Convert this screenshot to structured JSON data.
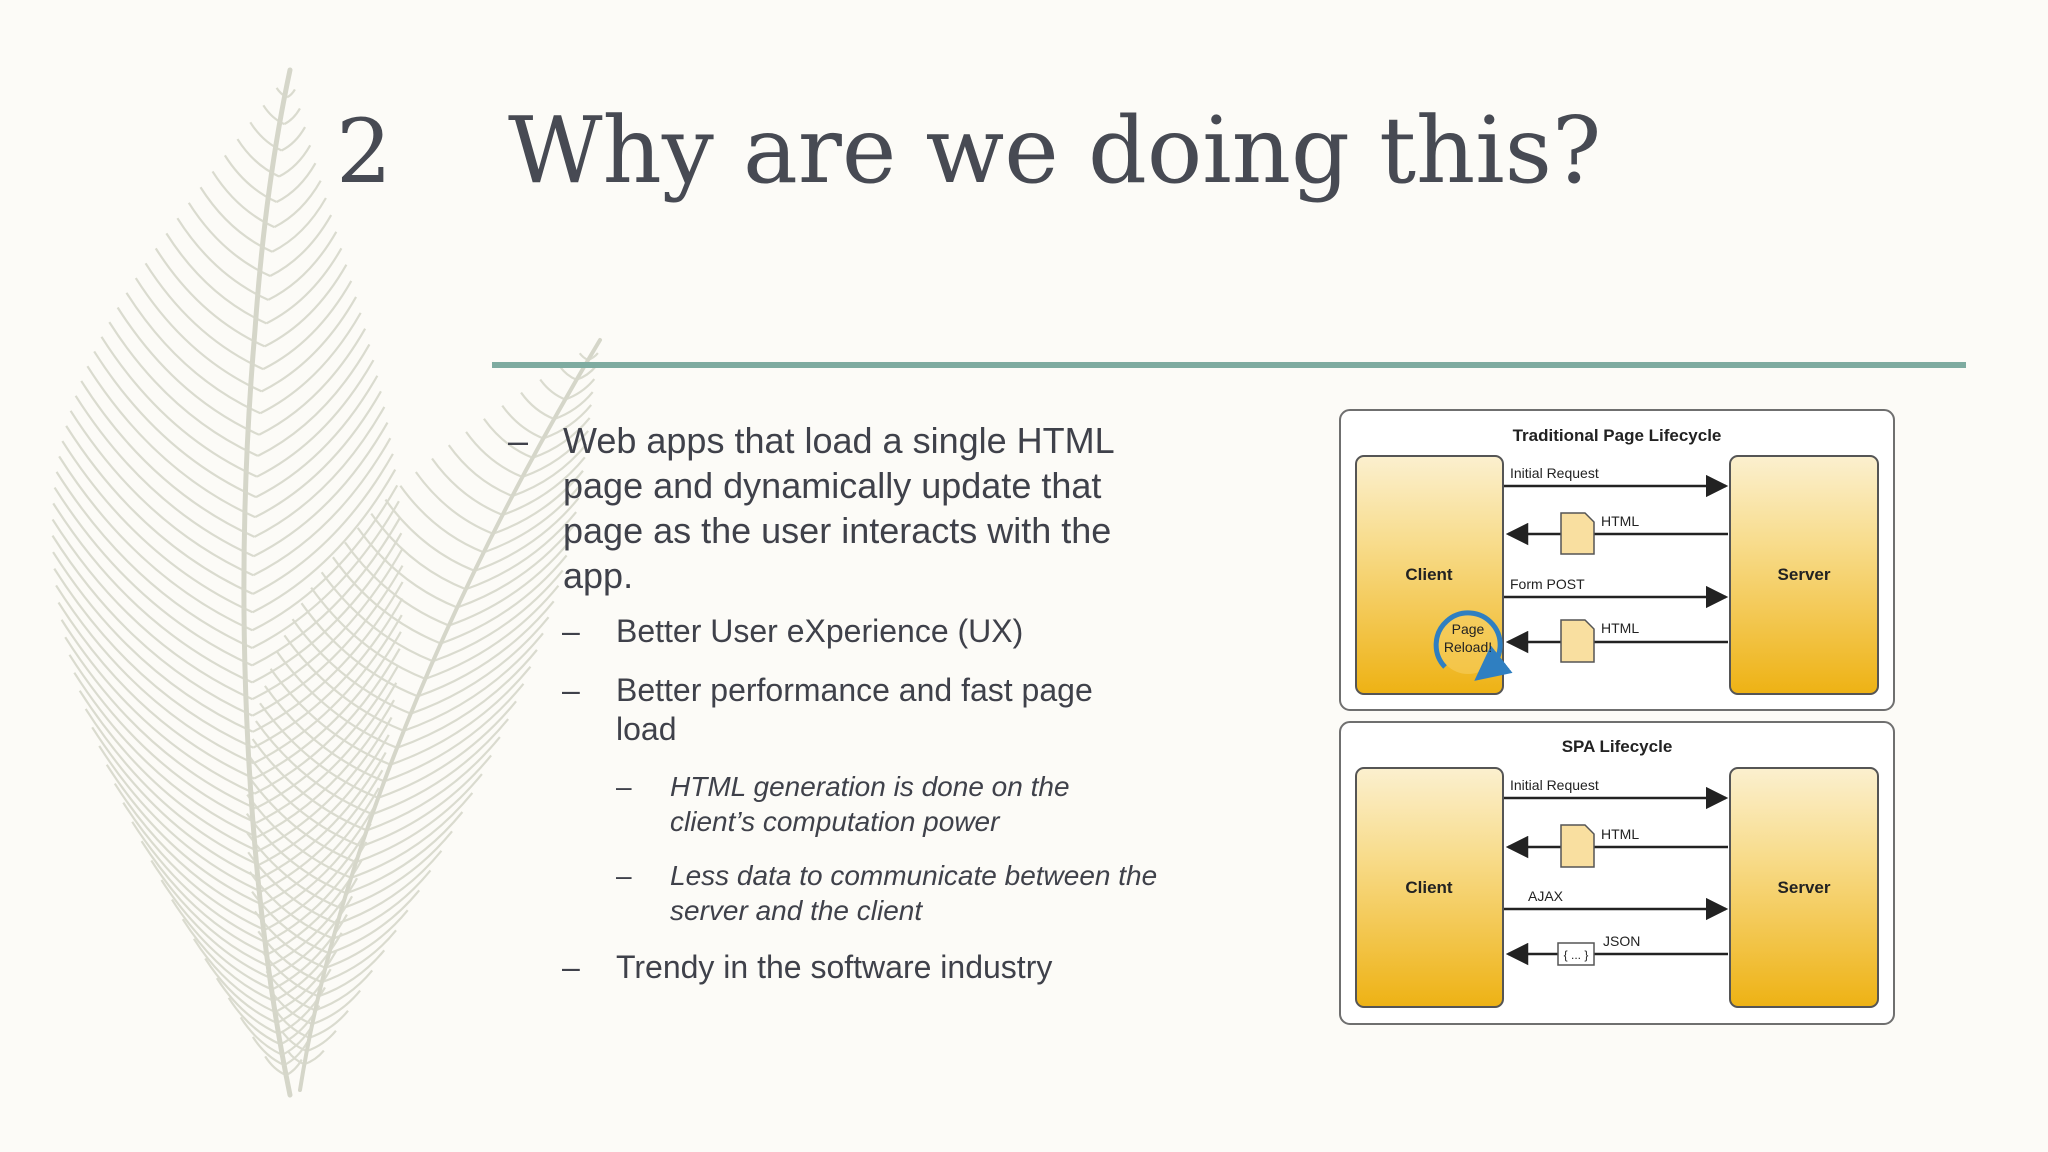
{
  "slide": {
    "number": "2",
    "title": "Why are we doing this?"
  },
  "bullets": [
    {
      "level": 1,
      "lines": [
        "Web apps that load a single HTML",
        "page and dynamically update that",
        "page as the user interacts with the",
        "app."
      ]
    },
    {
      "level": 2,
      "lines": [
        "Better User eXperience (UX)"
      ]
    },
    {
      "level": 2,
      "lines": [
        "Better performance and fast page",
        "load"
      ]
    },
    {
      "level": 3,
      "lines": [
        "HTML generation is done on the",
        "client’s computation power"
      ]
    },
    {
      "level": 3,
      "lines": [
        "Less data to communicate between the",
        "server and the client"
      ]
    },
    {
      "level": 2,
      "lines": [
        "Trendy in the software industry"
      ]
    }
  ],
  "bullet_marker": "–",
  "diagram": {
    "traditional": {
      "title": "Traditional Page Lifecycle",
      "client": "Client",
      "server": "Server",
      "msg_initial_request": "Initial Request",
      "msg_html_1": "HTML",
      "msg_form_post": "Form POST",
      "msg_html_2": "HTML",
      "reload_line1": "Page",
      "reload_line2": "Reload!"
    },
    "spa": {
      "title": "SPA Lifecycle",
      "client": "Client",
      "server": "Server",
      "msg_initial_request": "Initial Request",
      "msg_html": "HTML",
      "msg_ajax": "AJAX",
      "msg_json": "JSON",
      "json_box": "{ ... }"
    }
  },
  "colors": {
    "title": "#474a53",
    "rule": "#7eaba0",
    "box_top": "#fbf0cf",
    "box_bottom": "#eeb214",
    "reload_arrow": "#2f7fc1"
  }
}
